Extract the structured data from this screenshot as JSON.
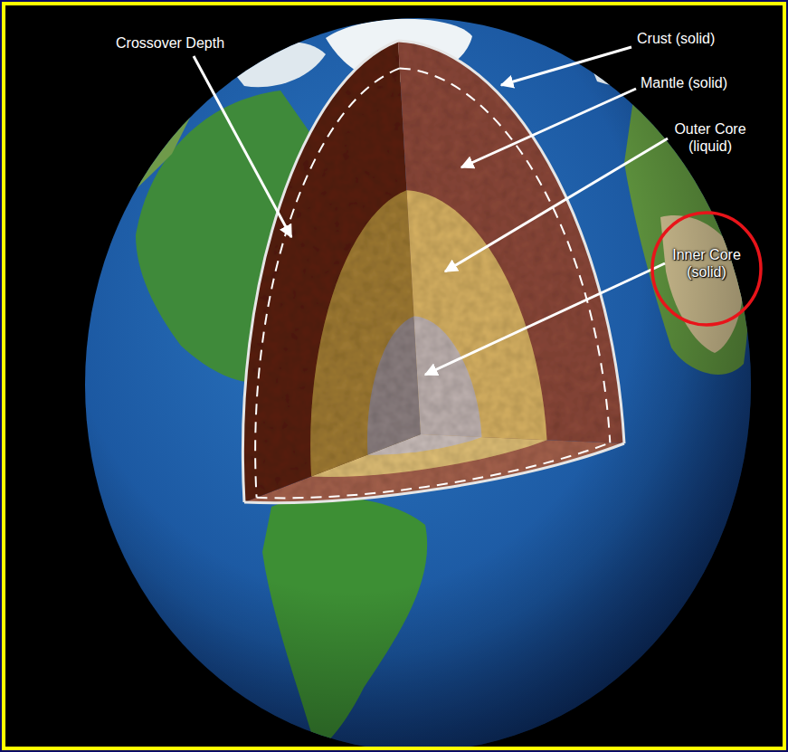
{
  "diagram": {
    "labels": [
      "Crossover Depth",
      "Crust (solid)",
      "Mantle (solid)",
      "Outer Core (liquid)",
      "Inner Core (solid)"
    ]
  }
}
